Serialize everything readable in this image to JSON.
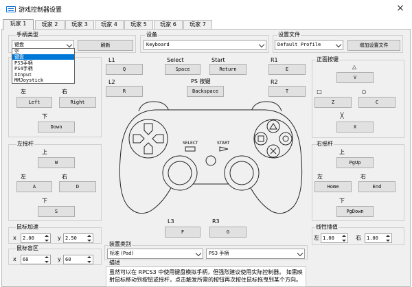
{
  "window": {
    "title": "游戏控制器设置",
    "close_icon": "×"
  },
  "tabs": [
    "玩家 1",
    "玩家 2",
    "玩家 3",
    "玩家 4",
    "玩家 5",
    "玩家 6",
    "玩家 7"
  ],
  "handler": {
    "label": "手柄类型",
    "selected": "键盘",
    "refresh": "刷新",
    "options": [
      "空",
      "键盘",
      "PS3手柄",
      "PS4手柄",
      "XInput",
      "MMJoystick"
    ],
    "highlighted_index": 1
  },
  "device": {
    "label": "设备",
    "selected": "Keyboard"
  },
  "profile": {
    "label": "设置文件",
    "selected": "Default Profile",
    "add": "增加设置文件"
  },
  "dpad": {
    "left_label": "左",
    "left": "Left",
    "right_label": "右",
    "right": "Right",
    "down_label": "下",
    "down": "Down"
  },
  "l1": {
    "label": "L1",
    "value": "Q"
  },
  "l2": {
    "label": "L2",
    "value": "R"
  },
  "select_btn": {
    "label": "Select",
    "value": "Space"
  },
  "start_btn": {
    "label": "Start",
    "value": "Return"
  },
  "ps_btn": {
    "label": "PS 按键",
    "value": "Backspace"
  },
  "r1": {
    "label": "R1",
    "value": "E"
  },
  "r2": {
    "label": "R2",
    "value": "T"
  },
  "face": {
    "label": "正面按键",
    "triangle_sym": "△",
    "triangle": "V",
    "square_sym": "□",
    "square": "Z",
    "circle_sym": "○",
    "circle": "C",
    "cross_sym": "╳",
    "cross": "X"
  },
  "left_stick": {
    "label": "左摇杆",
    "up_label": "上",
    "up": "W",
    "left_label": "左",
    "left": "A",
    "right_label": "右",
    "right": "D",
    "down_label": "下",
    "down": "S"
  },
  "right_stick": {
    "label": "右摇杆",
    "up_label": "上",
    "up": "PgUp",
    "left_label": "左",
    "left": "Home",
    "right_label": "右",
    "right": "End",
    "down_label": "下",
    "down": "PgDown"
  },
  "l3": {
    "label": "L3",
    "value": "F"
  },
  "r3": {
    "label": "R3",
    "value": "G"
  },
  "controller": {
    "select_text": "SELECT",
    "start_text": "START"
  },
  "mouse_accel": {
    "label": "鼠标加速",
    "x_label": "x",
    "x": "2.00",
    "y_label": "y",
    "y": "2.50"
  },
  "mouse_dead": {
    "label": "鼠标盲区",
    "x_label": "x",
    "x": "60",
    "y_label": "y",
    "y": "60"
  },
  "device_class": {
    "label": "装置类别",
    "selected": "标准 (Pad)",
    "selected2": "PS3 手柄"
  },
  "description": {
    "label": "描述",
    "text": "虽然可以在 RPCS3 中使用键盘模拟手柄，但强烈建议使用实际控制器。 如需映射鼠标移动到按钮或摇杆，点击触发所需的按钮再次按住鼠标拖曳到某个方向。"
  },
  "lerp": {
    "label": "线性插值",
    "left_label": "左",
    "left": "1.00",
    "right_label": "右",
    "right": "1.00"
  }
}
